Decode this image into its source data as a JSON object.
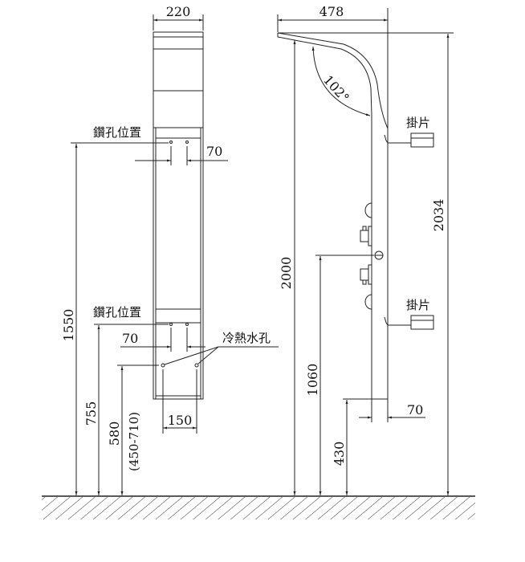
{
  "front_view": {
    "width_label": "220",
    "drill_label_upper": "鑽孔位置",
    "drill_spacing_upper": "70",
    "drill_label_lower": "鑽孔位置",
    "drill_spacing_lower": "70",
    "water_holes_label": "冷熱水孔",
    "water_hole_spacing": "150",
    "height_upper_drill": "1550",
    "height_lower_drill": "755",
    "height_water_holes": "580",
    "height_water_range": "(450-710)"
  },
  "side_view": {
    "arm_reach": "478",
    "angle": "102°",
    "bracket_label_upper": "掛片",
    "bracket_label_lower": "掛片",
    "overall_height": "2034",
    "head_height": "2000",
    "mixer_height": "1060",
    "bottom_height": "430",
    "depth": "70"
  }
}
